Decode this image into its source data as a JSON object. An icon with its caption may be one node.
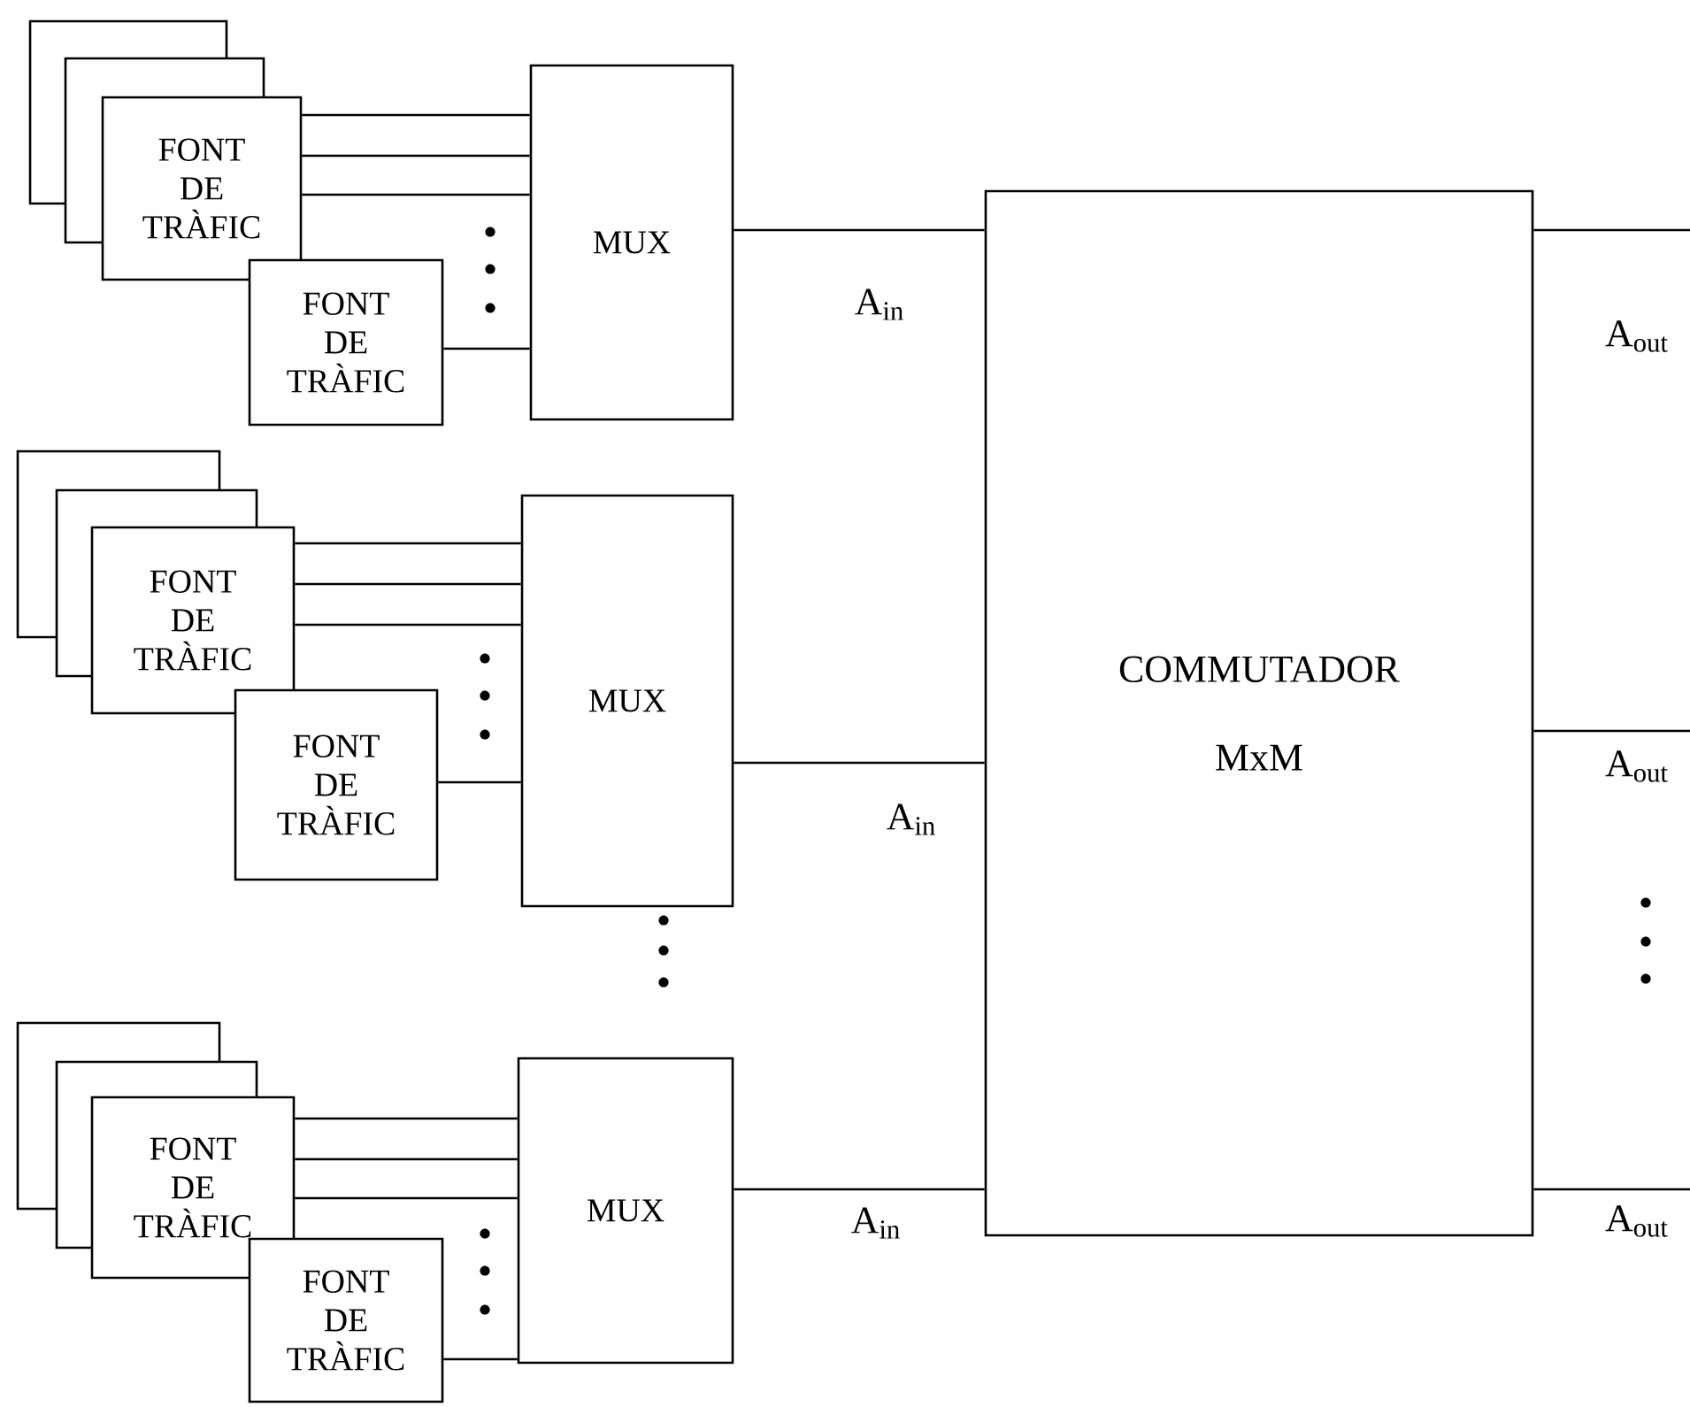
{
  "diagram": {
    "nodes": [
      {
        "text": [
          "FONT DE TRÀFIC"
        ]
      },
      {
        "text": [
          "FONT DE TRÀFIC"
        ]
      },
      {
        "text": [
          "MUX"
        ]
      },
      {
        "text": [
          "FONT DE TRÀFIC"
        ]
      },
      {
        "text": [
          "FONT DE TRÀFIC"
        ]
      },
      {
        "text": [
          "MUX"
        ]
      },
      {
        "text": [
          "FONT DE TRÀFIC"
        ]
      },
      {
        "text": [
          "FONT DE TRÀFIC"
        ]
      },
      {
        "text": [
          "MUX"
        ]
      },
      {
        "text": [
          "COMMUTADOR",
          "MxM"
        ]
      }
    ],
    "edges": [
      {
        "from": 0,
        "to": 2,
        "arrow": "none"
      },
      {
        "from": 0,
        "to": 2,
        "arrow": "none"
      },
      {
        "from": 0,
        "to": 2,
        "arrow": "none"
      },
      {
        "from": 1,
        "to": 2,
        "arrow": "none"
      },
      {
        "from": 2,
        "to": 9,
        "arrow": "none",
        "label": "A$_{in}$"
      },
      {
        "from": 3,
        "to": 5,
        "arrow": "none"
      },
      {
        "from": 3,
        "to": 5,
        "arrow": "none"
      },
      {
        "from": 3,
        "to": 5,
        "arrow": "none"
      },
      {
        "from": 4,
        "to": 5,
        "arrow": "none"
      },
      {
        "from": 5,
        "to": 9,
        "arrow": "none",
        "label": "A$_{in}$"
      },
      {
        "from": 6,
        "to": 8,
        "arrow": "none"
      },
      {
        "from": 6,
        "to": 8,
        "arrow": "none"
      },
      {
        "from": 6,
        "to": 8,
        "arrow": "none"
      },
      {
        "from": 7,
        "to": 8,
        "arrow": "none"
      },
      {
        "from": 8,
        "to": 9,
        "arrow": "none",
        "label": "A$_{in}$"
      },
      {
        "from": 9,
        "to": null,
        "arrow": "none",
        "label": "A$_{out}$"
      },
      {
        "from": 9,
        "to": null,
        "arrow": "none",
        "label": "A$_{out}$"
      },
      {
        "from": 9,
        "to": null,
        "arrow": "none",
        "label": "A$_{out}$"
      }
    ]
  }
}
